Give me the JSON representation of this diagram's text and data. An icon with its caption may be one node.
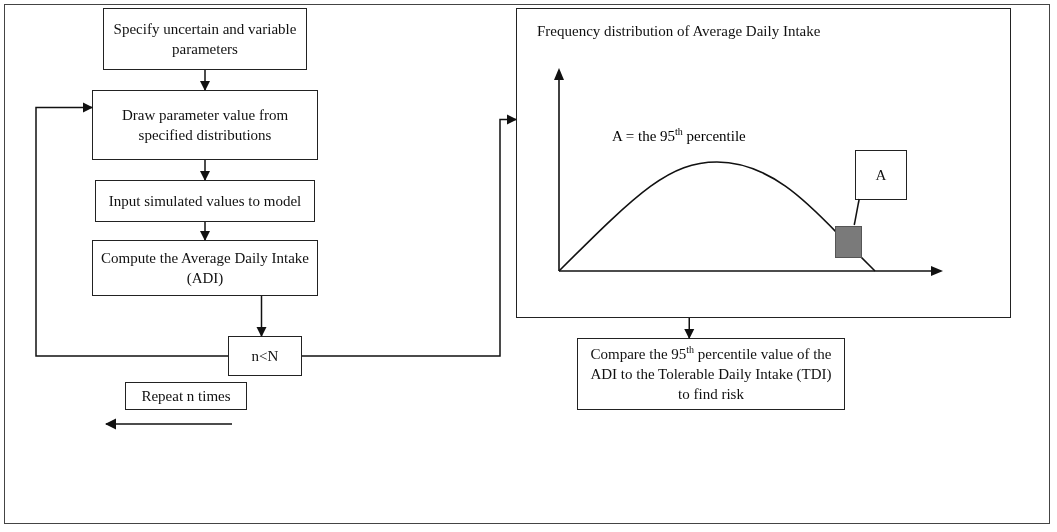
{
  "diagram": {
    "nodes": [
      {
        "text": [
          "Specify uncertain and variable parameters"
        ]
      },
      {
        "text": [
          "Draw parameter value from specified distributions"
        ]
      },
      {
        "text": [
          "Input simulated values to model"
        ]
      },
      {
        "text": [
          "Compute the Average Daily Intake (ADI)"
        ]
      },
      {
        "text": [
          "n<N"
        ]
      },
      {
        "text": [
          "Repeat n times"
        ]
      },
      {
        "text": [
          "Frequency distribution of Average Daily Intake"
        ]
      },
      {
        "text": [
          "A"
        ],
        "in": 6
      },
      {
        "text": [],
        "shape": "box",
        "in": 6
      },
      {
        "text": [
          "Compare the 95$^{th}$ percentile value of the ADI to the Tolerable Daily Intake (TDI) to find risk"
        ]
      }
    ],
    "edges": [
      {
        "from": 0,
        "to": 1,
        "arrow": "to"
      },
      {
        "from": 1,
        "to": 2,
        "arrow": "to"
      },
      {
        "from": 2,
        "to": 3,
        "arrow": "to"
      },
      {
        "from": 3,
        "to": 4,
        "arrow": "to"
      },
      {
        "from": 4,
        "to": 1,
        "arrow": "to"
      },
      {
        "from": 4,
        "to": 6,
        "arrow": "to"
      },
      {
        "from": 6,
        "to": 9,
        "arrow": "to"
      },
      {
        "from": 7,
        "to": 8,
        "arrow": "none"
      }
    ],
    "labels": [
      "A = the 95$^{th}$ percentile"
    ]
  }
}
